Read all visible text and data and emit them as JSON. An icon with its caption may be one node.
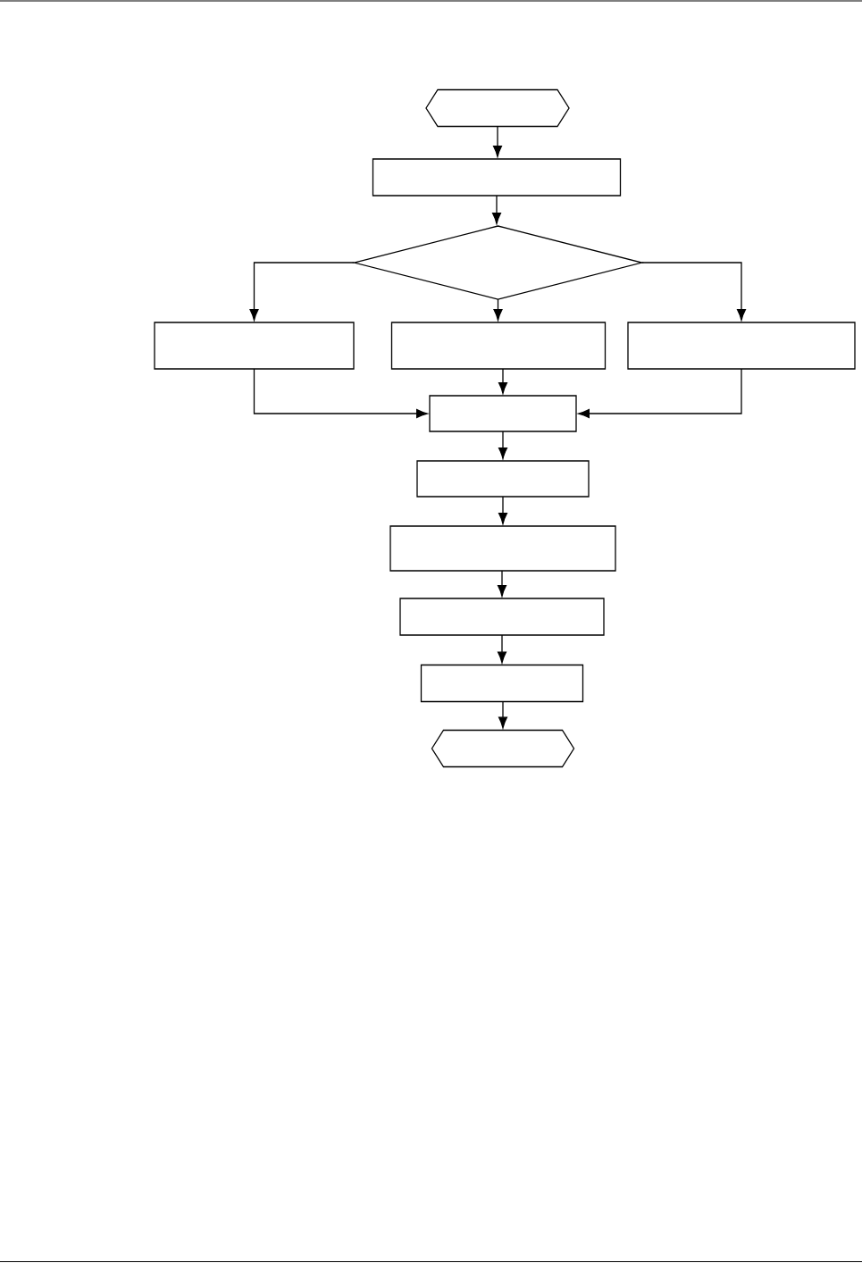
{
  "diagram": {
    "nodes": [
      {
        "text": [],
        "shape": "hexagon"
      },
      {
        "text": [],
        "shape": "box"
      },
      {
        "text": [],
        "shape": "diamond"
      },
      {
        "text": [],
        "shape": "box"
      },
      {
        "text": [],
        "shape": "box"
      },
      {
        "text": [],
        "shape": "box"
      },
      {
        "text": [],
        "shape": "box"
      },
      {
        "text": [],
        "shape": "box"
      },
      {
        "text": [],
        "shape": "box"
      },
      {
        "text": [],
        "shape": "box"
      },
      {
        "text": [],
        "shape": "box"
      },
      {
        "text": [],
        "shape": "hexagon"
      }
    ],
    "edges": [
      {
        "from": 0,
        "to": 1,
        "arrow": "to"
      },
      {
        "from": 1,
        "to": 2,
        "arrow": "to"
      },
      {
        "from": 2,
        "to": 3,
        "arrow": "to"
      },
      {
        "from": 2,
        "to": 4,
        "arrow": "to"
      },
      {
        "from": 2,
        "to": 5,
        "arrow": "to"
      },
      {
        "from": 3,
        "to": 6,
        "arrow": "to"
      },
      {
        "from": 4,
        "to": 6,
        "arrow": "to"
      },
      {
        "from": 5,
        "to": 6,
        "arrow": "to"
      },
      {
        "from": 6,
        "to": 7,
        "arrow": "to"
      },
      {
        "from": 7,
        "to": 8,
        "arrow": "to"
      },
      {
        "from": 8,
        "to": 9,
        "arrow": "to"
      },
      {
        "from": 9,
        "to": 10,
        "arrow": "to"
      },
      {
        "from": 10,
        "to": 11,
        "arrow": "to"
      }
    ]
  }
}
